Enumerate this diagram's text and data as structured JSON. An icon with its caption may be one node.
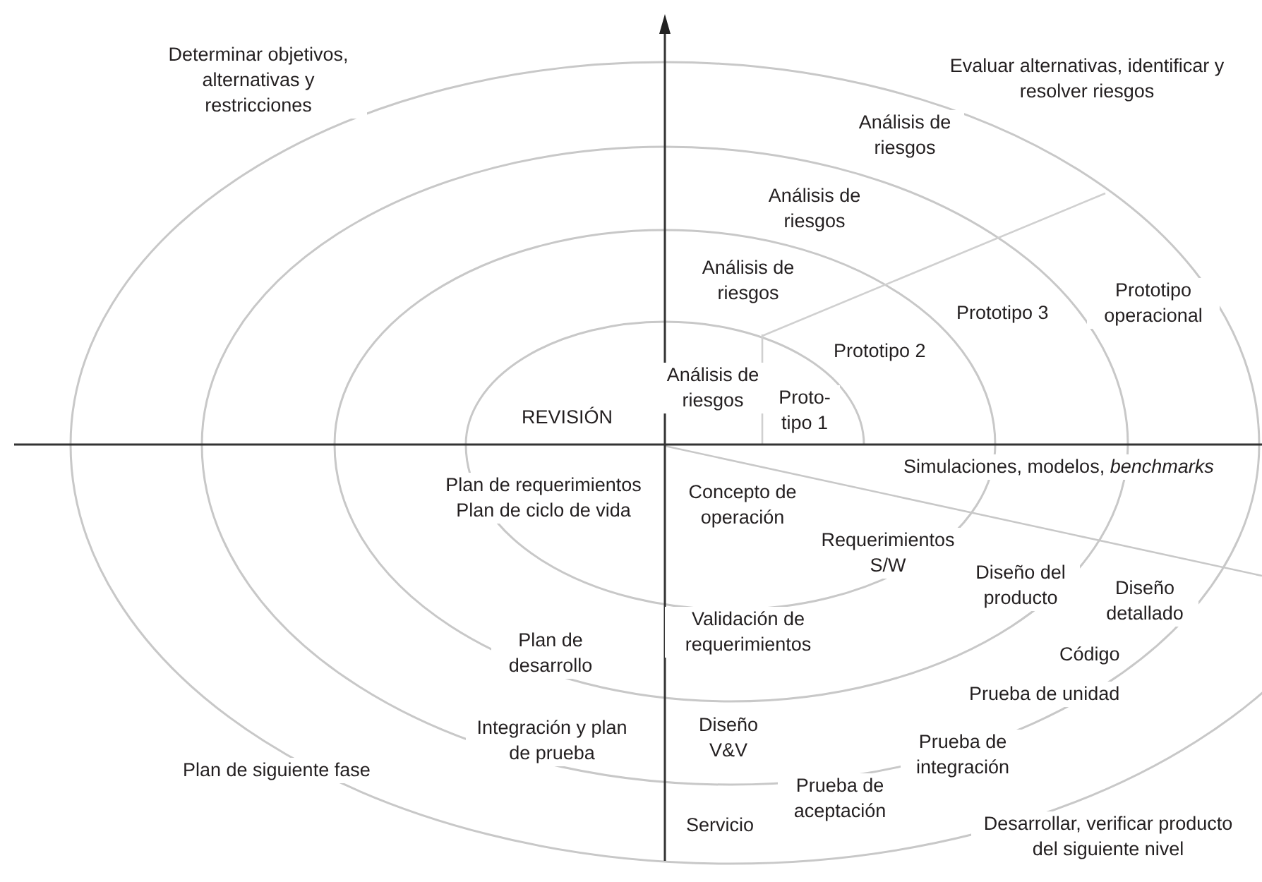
{
  "diagram": {
    "labels": [
      "Determinar objetivos, alternativas y restricciones",
      "Evaluar alternativas, identificar y resolver riesgos",
      "Análisis de riesgos",
      "Análisis de riesgos",
      "Análisis de riesgos",
      "Análisis de riesgos",
      "Proto- tipo 1",
      "Prototipo 2",
      "Prototipo 3",
      "Prototipo operacional",
      "REVISIÓN",
      "Simulaciones, modelos, *benchmarks*",
      "Plan de requerimientos Plan de ciclo de vida",
      "Concepto de operación",
      "Requerimientos S/W",
      "Diseño del producto",
      "Diseño detallado",
      "Validación de requerimientos",
      "Código",
      "Plan de desarrollo",
      "Prueba de unidad",
      "Integración y plan de prueba",
      "Diseño V&V",
      "Prueba de integración",
      "Plan de siguiente fase",
      "Prueba de aceptación",
      "Servicio",
      "Desarrollar, verificar producto del siguiente nivel"
    ]
  }
}
